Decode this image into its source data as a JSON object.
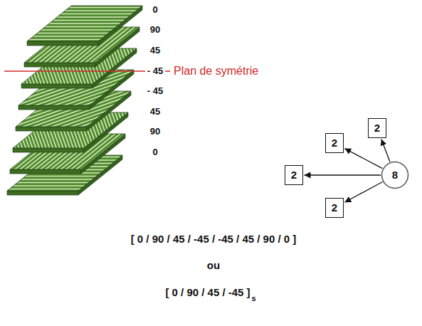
{
  "diagram": {
    "nodes": [
      {
        "text": [
          "2"
        ]
      },
      {
        "text": [
          "2"
        ]
      },
      {
        "text": [
          "2"
        ]
      },
      {
        "text": [
          "8"
        ]
      },
      {
        "text": [
          "2"
        ]
      }
    ],
    "edges": [
      {
        "from": 3,
        "to": 0,
        "arrow": "to"
      },
      {
        "from": 3,
        "to": 1,
        "arrow": "to"
      },
      {
        "from": 3,
        "to": 2,
        "arrow": "to"
      },
      {
        "from": 3,
        "to": 4,
        "arrow": "to"
      }
    ],
    "labels": [
      "0",
      "90",
      "45",
      "- 45",
      "- 45",
      "45",
      "90",
      "0",
      "Plan de symétrie",
      "[ 0 / 90 / 45 / -45 / -45 / 45 / 90 / 0 ]",
      "ou",
      "[ 0 / 90 / 45 / -45 ]",
      "s"
    ]
  }
}
